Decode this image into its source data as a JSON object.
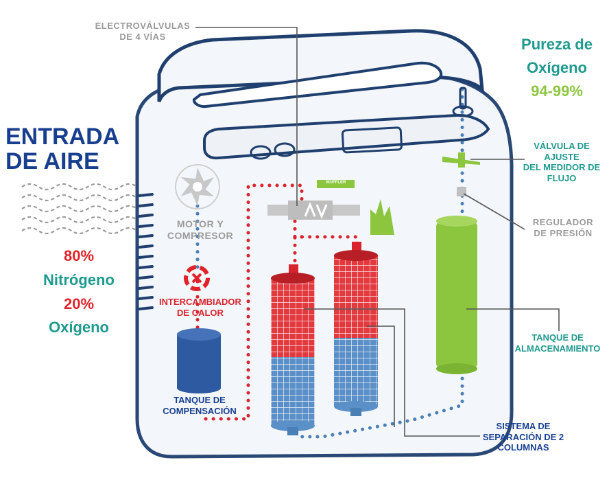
{
  "left_panel": {
    "air_inlet": [
      "ENTRADA",
      "DE AIRE"
    ],
    "nitrogen_pct": "80%",
    "nitrogen_label": "Nitrógeno",
    "oxygen_pct": "20%",
    "oxygen_label": "Oxígeno"
  },
  "top_right": {
    "purity_line1": "Pureza de",
    "purity_line2": "Oxígeno",
    "purity_range": "94-99%"
  },
  "labels": {
    "valves": [
      "ELECTROVÁLVULAS",
      "DE 4 VÍAS"
    ],
    "motor": [
      "MOTOR Y",
      "COMPRESOR"
    ],
    "heat_exchanger": [
      "INTERCAMBIADOR",
      "DE CALOR"
    ],
    "compensation_tank": [
      "TANQUE DE",
      "COMPENSACIÓN"
    ],
    "flow_valve": [
      "VÁLVULA DE",
      "AJUSTE",
      "DEL MEDIDOR DE",
      "FLUJO"
    ],
    "pressure_regulator": [
      "REGULADOR",
      "DE PRESIÓN"
    ],
    "storage_tank": [
      "TANQUE DE",
      "ALMACENAMIENTO"
    ],
    "separation_system": [
      "SISTEMA DE",
      "SEPARACIÓN DE 2",
      "COLUMNAS"
    ],
    "muffler_tag": "MUFFLER"
  },
  "colors": {
    "outline": "#1f3f6e",
    "body_fill": "#f2f5f9",
    "red_flow": "#d9232d",
    "blue_flow": "#4a7fb5",
    "green_tank": "#8cc63f",
    "navy_tank": "#2d5aa0",
    "teal_text": "#1e9a8e",
    "gray_text": "#9a9a9a"
  },
  "icons": [
    "fan-icon",
    "heat-exchange-icon",
    "valve-arrows-icon",
    "flame-shape-icon"
  ]
}
